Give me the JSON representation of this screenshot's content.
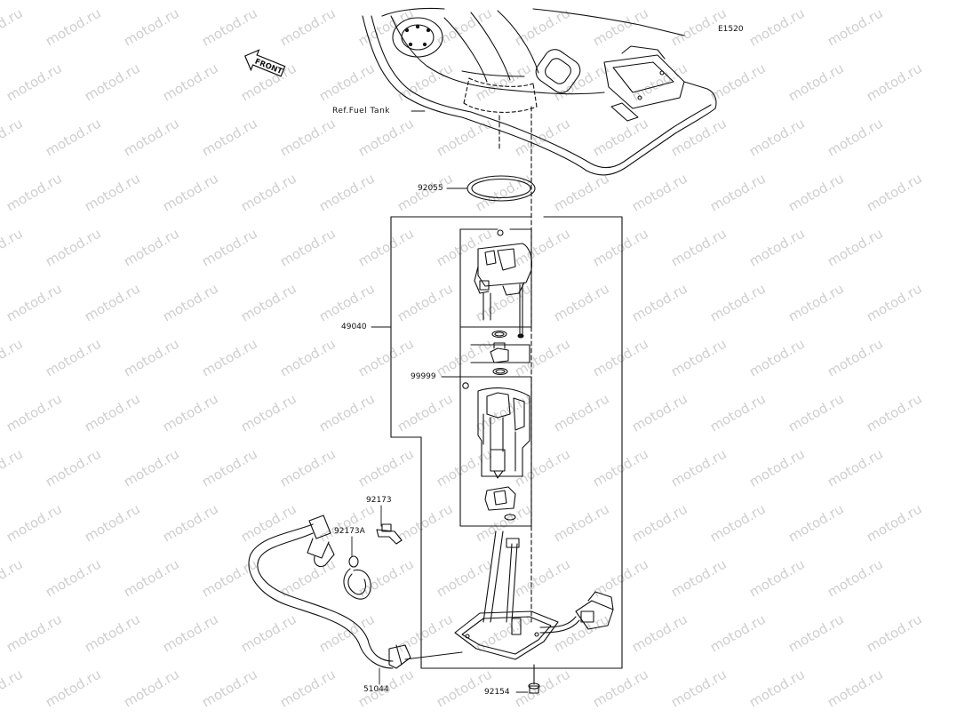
{
  "diagram": {
    "code": "E1520",
    "watermark": "motod.ru",
    "front_label": "FRONT",
    "ref_label": "Ref.Fuel Tank",
    "parts": {
      "seal": "92055",
      "pump_assembly": "49040",
      "sub_assembly": "99999",
      "clamp": "92173",
      "clamp_a": "92173A",
      "hose": "51044",
      "bolt": "92154"
    }
  },
  "colors": {
    "line": "#111111",
    "watermark": "#cfcfcf",
    "background": "#ffffff"
  }
}
